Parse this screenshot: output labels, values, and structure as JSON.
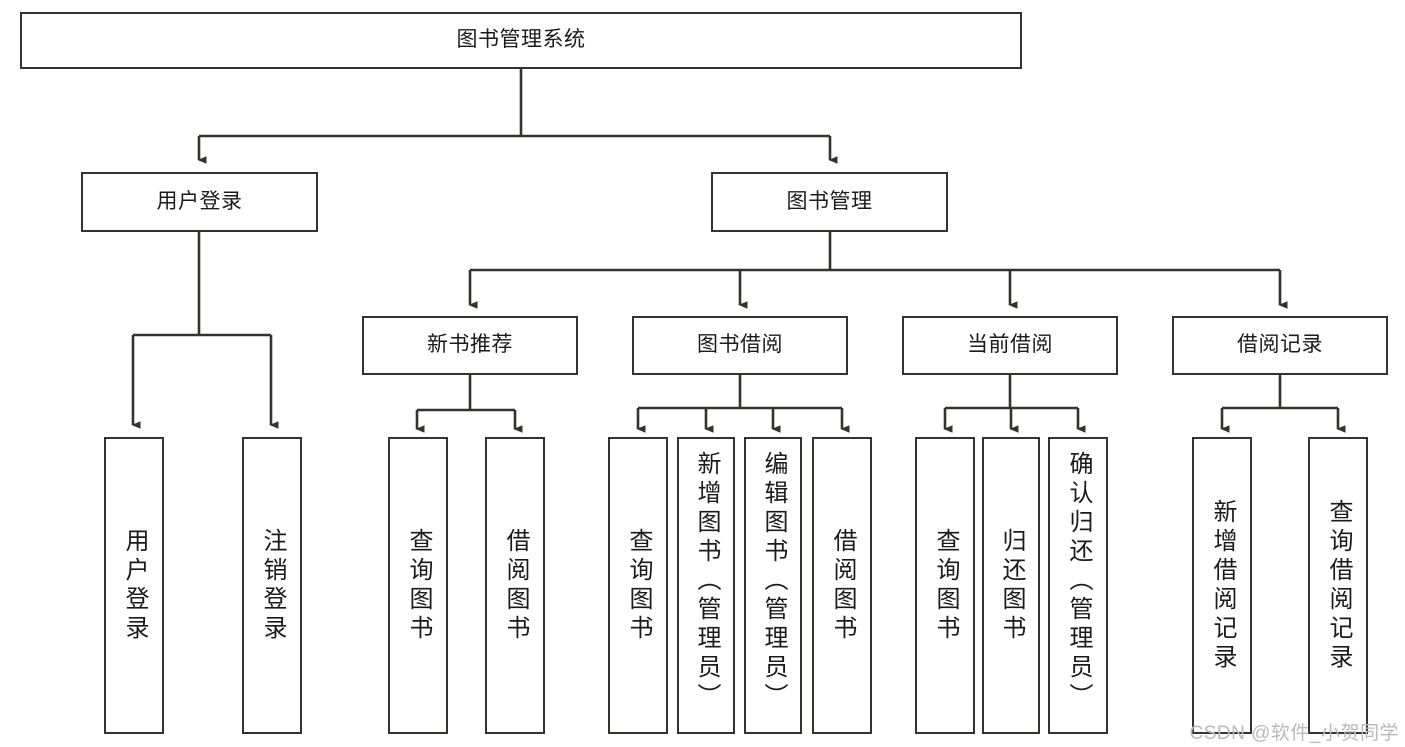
{
  "diagram": {
    "type": "tree-hierarchy-chart",
    "title": "图书管理系统",
    "orientation": "top-down",
    "line_color": "#33332f",
    "box_fill": "#ffffff",
    "text_color": "#1b1b1b"
  },
  "root": {
    "label": "图书管理系统"
  },
  "level2": [
    {
      "label": "用户登录"
    },
    {
      "label": "图书管理"
    }
  ],
  "level3": [
    {
      "label": "新书推荐"
    },
    {
      "label": "图书借阅"
    },
    {
      "label": "当前借阅"
    },
    {
      "label": "借阅记录"
    }
  ],
  "leaves": {
    "user_login": [
      {
        "label": "用户登录"
      },
      {
        "label": "注销登录"
      }
    ],
    "new_book_recommend": [
      {
        "label": "查询图书"
      },
      {
        "label": "借阅图书"
      }
    ],
    "book_borrow": [
      {
        "label": "查询图书"
      },
      {
        "label": "新增图书（管理员）"
      },
      {
        "label": "编辑图书（管理员）"
      },
      {
        "label": "借阅图书"
      }
    ],
    "current_borrow": [
      {
        "label": "查询图书"
      },
      {
        "label": "归还图书"
      },
      {
        "label": "确认归还（管理员）"
      }
    ],
    "borrow_record": [
      {
        "label": "新增借阅记录"
      },
      {
        "label": "查询借阅记录"
      }
    ]
  },
  "watermark": {
    "text": "CSDN @软件_小贺同学"
  }
}
